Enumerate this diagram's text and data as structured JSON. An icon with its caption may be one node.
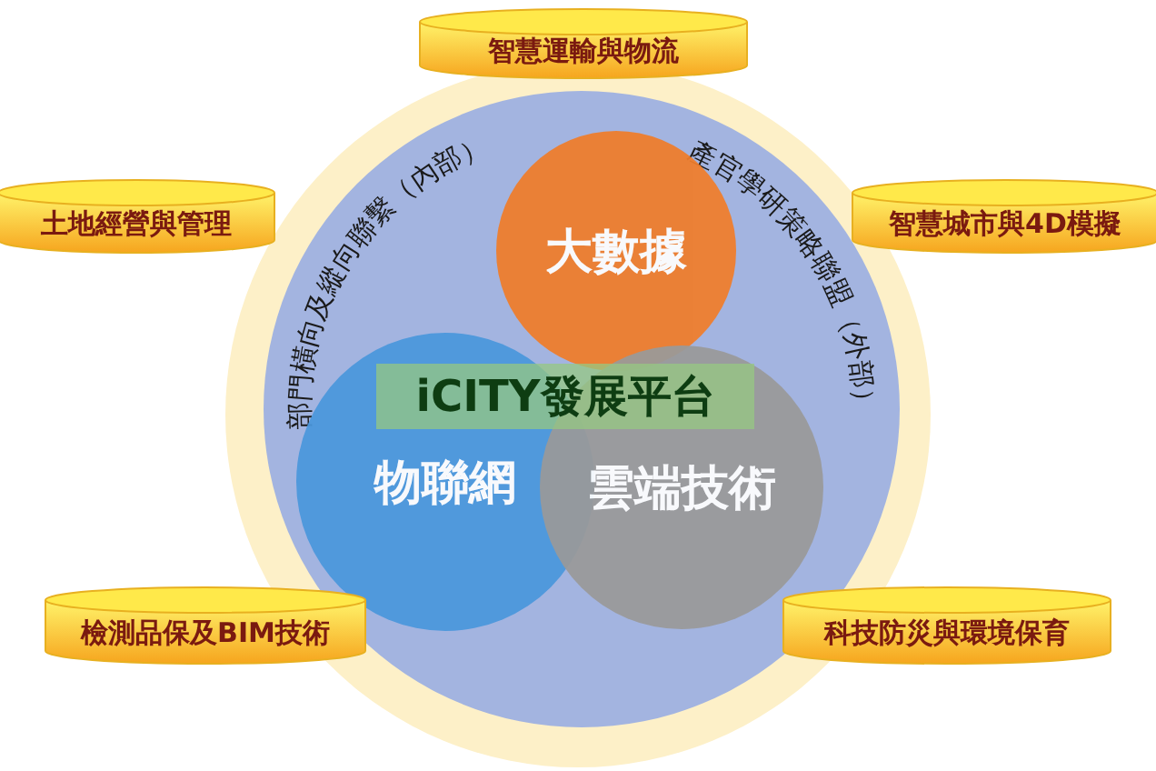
{
  "diagram": {
    "nodes": [
      {
        "text": [
          "智慧運輸與物流"
        ]
      },
      {
        "text": [
          "土地經營與管理"
        ]
      },
      {
        "text": [
          "智慧城市與4D模擬"
        ]
      },
      {
        "text": [
          "部門橫向及縱向聯繫（內部）",
          "產官學研策略聯盟（外部）"
        ]
      },
      {
        "text": [
          "大數據"
        ],
        "in": 3
      },
      {
        "text": [
          "iCITY發展平台"
        ],
        "in": 3
      },
      {
        "text": [
          "物聯網"
        ],
        "in": 3
      },
      {
        "text": [
          "雲端技術"
        ],
        "in": 3
      },
      {
        "text": [
          "檢測品保及BIM技術"
        ]
      },
      {
        "text": [
          "科技防災與環境保育"
        ]
      }
    ]
  }
}
